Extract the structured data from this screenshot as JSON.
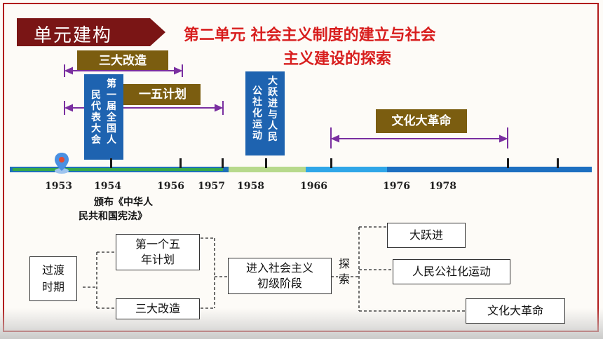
{
  "badge": {
    "label": "单元建构"
  },
  "title": {
    "line1": "第二单元   社会主义制度的建立与社会",
    "line2": "主义建设的探索"
  },
  "events": {
    "three_reforms": "三大改造",
    "first_five_year": "一五计划",
    "cultural_revolution": "文化大革命"
  },
  "vertical_labels": {
    "npc_col1": "第一届全国人",
    "npc_col2": "民代表大会",
    "leap_col1": "大跃进与人民",
    "leap_col2": "公社化运动"
  },
  "years": [
    "1953",
    "1954",
    "1956",
    "1957",
    "1958",
    "1966",
    "1976",
    "1978"
  ],
  "constitution_note": {
    "line1": "颁布《中华人",
    "line2": "民共和国宪法》"
  },
  "tree": {
    "transition": {
      "line1": "过渡",
      "line2": "时期"
    },
    "five_year_plan": {
      "line1": "第一个五",
      "line2": "年计划"
    },
    "three_reforms": "三大改造",
    "primary_stage": {
      "line1": "进入社会主义",
      "line2": "初级阶段"
    },
    "explore": {
      "line1": "探",
      "line2": "索"
    },
    "great_leap": "大跃进",
    "commune": "人民公社化运动",
    "cultural_revolution": "文化大革命"
  },
  "colors": {
    "frame": "#b11c1c",
    "badge": "#7a1515",
    "title": "#d81e1e",
    "event_box": "#7b5d10",
    "blue_box": "#1e63b0",
    "bracket": "#7a2fa0",
    "pin": "#4a90e2"
  },
  "icons": {
    "pin": "map-pin-icon"
  }
}
